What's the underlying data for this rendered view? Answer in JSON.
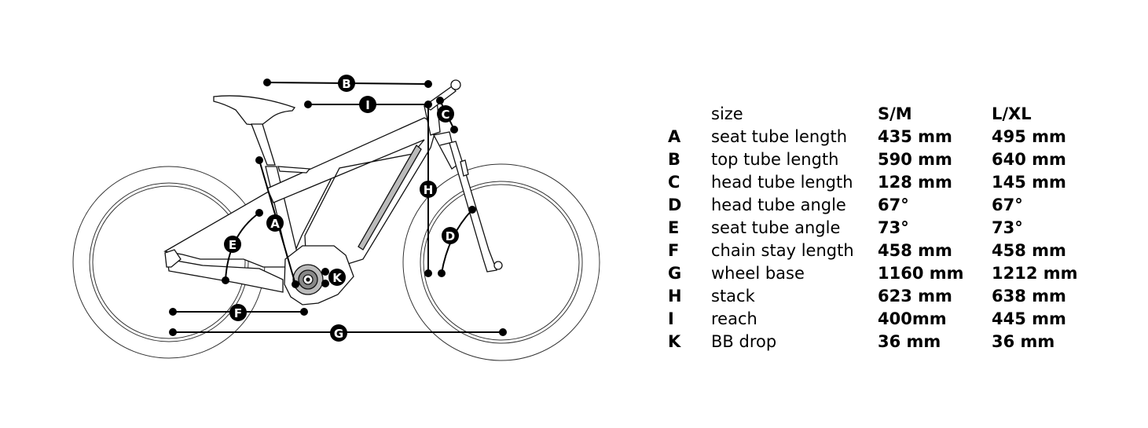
{
  "diagram": {
    "title": "bike geometry",
    "markers": [
      "A",
      "B",
      "C",
      "D",
      "E",
      "F",
      "G",
      "H",
      "I",
      "K"
    ]
  },
  "table": {
    "header": {
      "label": "size",
      "col1": "S/M",
      "col2": "L/XL"
    },
    "rows": [
      {
        "key": "A",
        "name": "seat tube length",
        "sm": "435 mm",
        "lxl": "495 mm"
      },
      {
        "key": "B",
        "name": "top tube length",
        "sm": "590 mm",
        "lxl": "640 mm"
      },
      {
        "key": "C",
        "name": "head tube length",
        "sm": "128 mm",
        "lxl": "145 mm"
      },
      {
        "key": "D",
        "name": "head tube angle",
        "sm": "67°",
        "lxl": "67°"
      },
      {
        "key": "E",
        "name": "seat tube angle",
        "sm": "73°",
        "lxl": "73°"
      },
      {
        "key": "F",
        "name": "chain stay length",
        "sm": "458 mm",
        "lxl": "458 mm"
      },
      {
        "key": "G",
        "name": "wheel base",
        "sm": "1160 mm",
        "lxl": "1212 mm"
      },
      {
        "key": "H",
        "name": "stack",
        "sm": "623 mm",
        "lxl": "638 mm"
      },
      {
        "key": "I",
        "name": "reach",
        "sm": "400mm",
        "lxl": "445 mm"
      },
      {
        "key": "K",
        "name": "BB drop",
        "sm": "36 mm",
        "lxl": "36 mm"
      }
    ]
  }
}
